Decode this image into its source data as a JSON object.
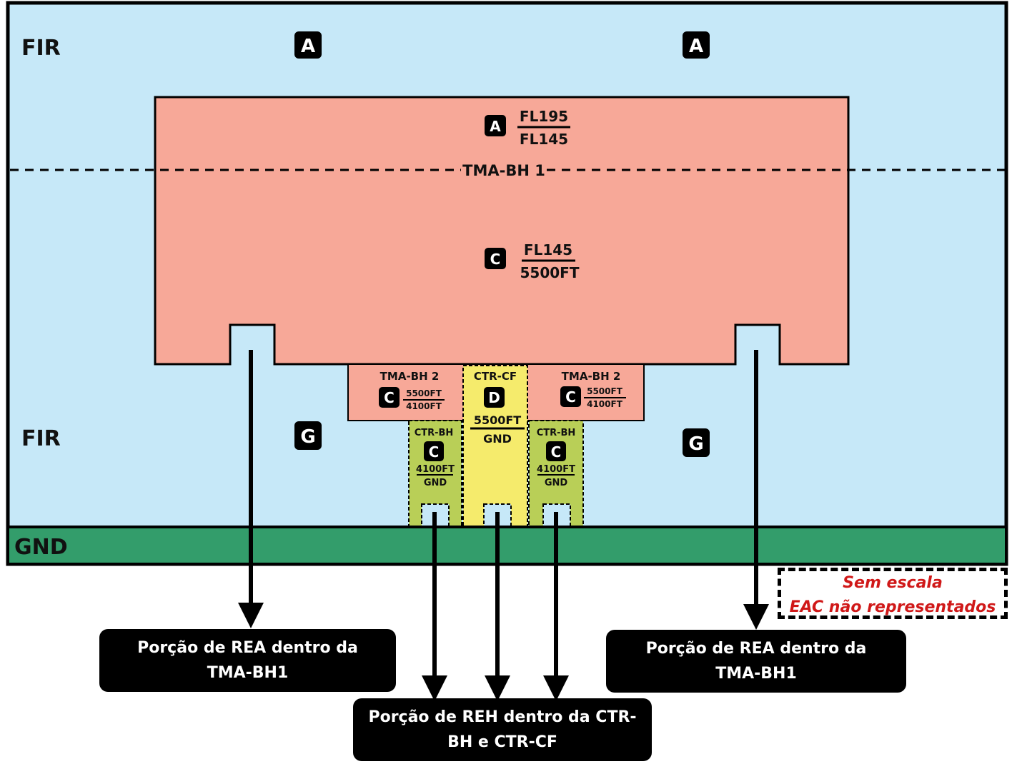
{
  "colors": {
    "fir": "#c6e8f8",
    "tma": "#f7a898",
    "ctr_bh": "#b9cf57",
    "ctr_cf": "#f5eb6c",
    "ground": "#339d6b",
    "note_text": "#d01818"
  },
  "fir_labels": {
    "upper": "FIR",
    "lower": "FIR"
  },
  "ground_label": "GND",
  "class_badges": {
    "fir_upper_left": "A",
    "fir_upper_right": "A",
    "fir_lower_left": "G",
    "fir_lower_right": "G"
  },
  "tma_bh1": {
    "name": "TMA-BH 1",
    "upper": {
      "class": "A",
      "top": "FL195",
      "bottom": "FL145"
    },
    "lower": {
      "class": "C",
      "top": "FL145",
      "bottom": "5500FT"
    }
  },
  "tma_bh2_left": {
    "name": "TMA-BH 2",
    "class": "C",
    "top": "5500FT",
    "bottom": "4100FT"
  },
  "tma_bh2_right": {
    "name": "TMA-BH 2",
    "class": "C",
    "top": "5500FT",
    "bottom": "4100FT"
  },
  "ctr_cf": {
    "name": "CTR-CF",
    "class": "D",
    "top": "5500FT",
    "bottom": "GND"
  },
  "ctr_bh_left": {
    "name": "CTR-BH",
    "class": "C",
    "top": "4100FT",
    "bottom": "GND"
  },
  "ctr_bh_right": {
    "name": "CTR-BH",
    "class": "C",
    "top": "4100FT",
    "bottom": "GND"
  },
  "callouts": {
    "rea_left": {
      "line1": "Porção de REA dentro da",
      "line2": "TMA-BH1"
    },
    "rea_right": {
      "line1": "Porção de REA dentro da",
      "line2": "TMA-BH1"
    },
    "reh": {
      "line1": "Porção de REH dentro da CTR-",
      "line2": "BH e CTR-CF"
    }
  },
  "note": {
    "line1": "Sem escala",
    "line2": "EAC não representados"
  }
}
